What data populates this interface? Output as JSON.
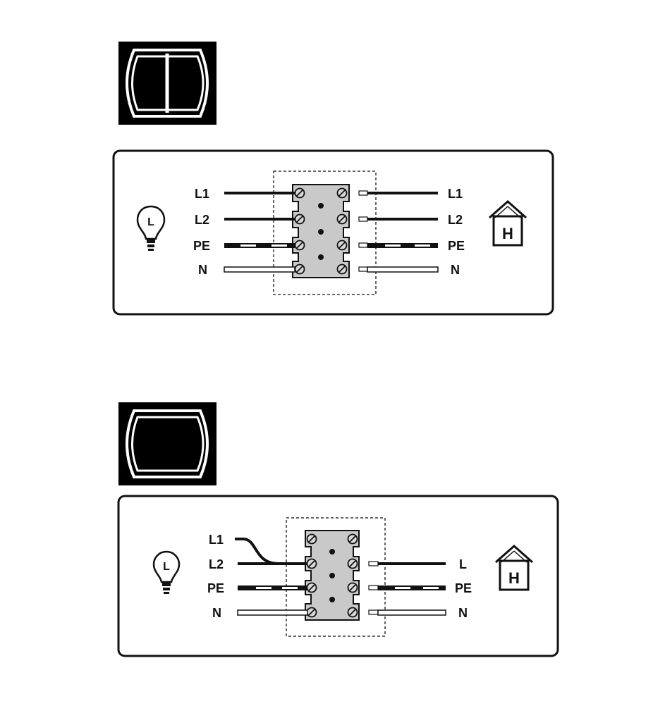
{
  "diagram1": {
    "left_labels": [
      "L1",
      "L2",
      "PE",
      "N"
    ],
    "right_labels": [
      "L1",
      "L2",
      "PE",
      "N"
    ],
    "lamp_letter": "L",
    "house_letter": "H"
  },
  "diagram2": {
    "left_labels": [
      "L1",
      "L2",
      "PE",
      "N"
    ],
    "right_labels": [
      "L",
      "PE",
      "N"
    ],
    "lamp_letter": "L",
    "house_letter": "H"
  }
}
